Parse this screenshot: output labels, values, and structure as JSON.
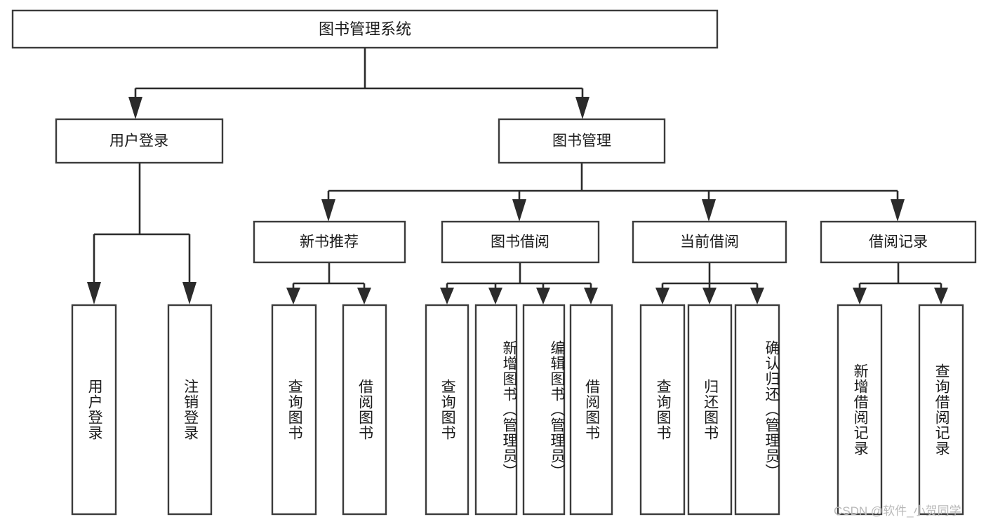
{
  "diagram": {
    "type": "tree",
    "title": "图书管理系统",
    "root": {
      "label": "图书管理系统"
    },
    "level2": [
      {
        "label": "用户登录"
      },
      {
        "label": "图书管理"
      }
    ],
    "level3": [
      {
        "label": "新书推荐"
      },
      {
        "label": "图书借阅"
      },
      {
        "label": "当前借阅"
      },
      {
        "label": "借阅记录"
      }
    ],
    "leaves": {
      "user_login": [
        {
          "label": "用户登录"
        },
        {
          "label": "注销登录"
        }
      ],
      "new_book_recommend": [
        {
          "label": "查询图书"
        },
        {
          "label": "借阅图书"
        }
      ],
      "book_borrow": [
        {
          "label": "查询图书"
        },
        {
          "label": "新增图书（管理员）"
        },
        {
          "label": "编辑图书（管理员）"
        },
        {
          "label": "借阅图书"
        }
      ],
      "current_borrow": [
        {
          "label": "查询图书"
        },
        {
          "label": "归还图书"
        },
        {
          "label": "确认归还（管理员）"
        }
      ],
      "borrow_record": [
        {
          "label": "新增借阅记录"
        },
        {
          "label": "查询借阅记录"
        }
      ]
    }
  },
  "watermark": {
    "text": "CSDN @软件_小贺同学"
  },
  "colors": {
    "box_stroke": "#3b3b3b",
    "connector": "#2b2b2b",
    "text": "#1b1b1b",
    "background": "#ffffff",
    "watermark": "#b9b9b9"
  }
}
